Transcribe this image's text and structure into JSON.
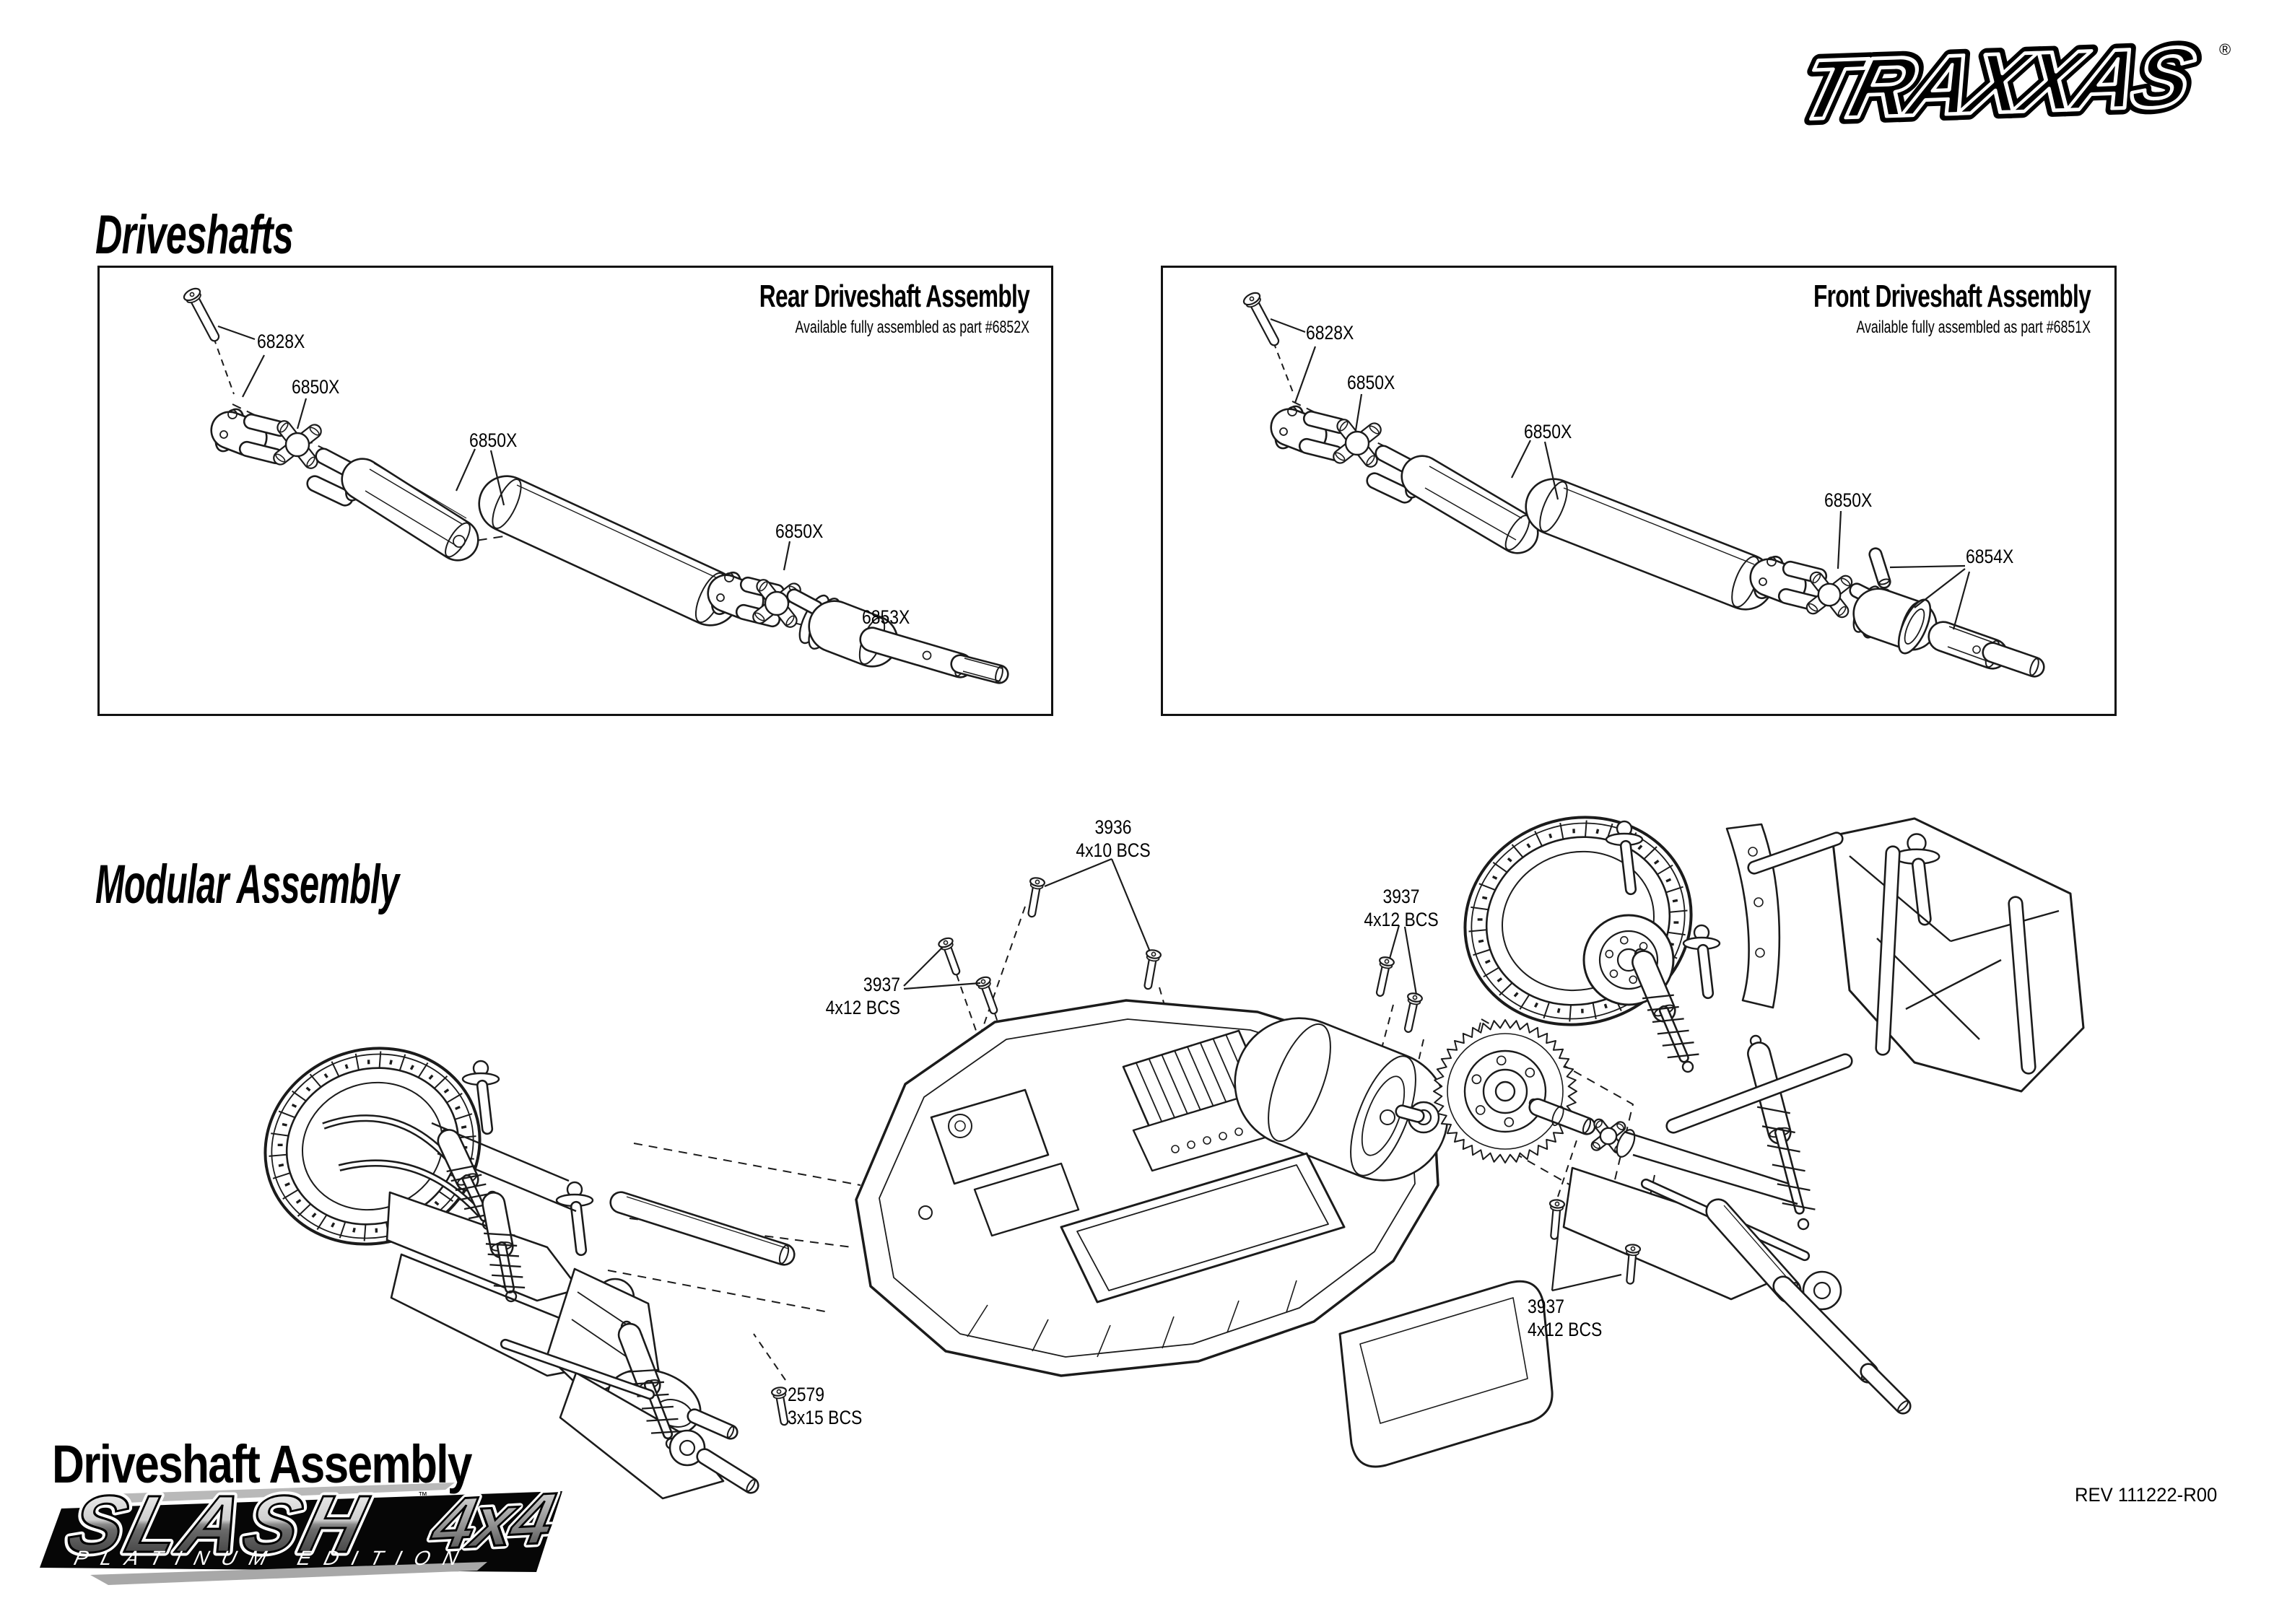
{
  "brand": {
    "logo_text": "TRAXXAS",
    "registered": "®"
  },
  "driveshafts": {
    "heading": "Driveshafts",
    "rear": {
      "title": "Rear Driveshaft Assembly",
      "subtitle": "Available fully assembled as part #6852X",
      "labels": {
        "screw": "6828X",
        "ujoint1": "6850X",
        "shaft": "6850X",
        "ujoint2": "6850X",
        "output": "6853X"
      }
    },
    "front": {
      "title": "Front Driveshaft Assembly",
      "subtitle": "Available fully assembled as part #6851X",
      "labels": {
        "screw": "6828X",
        "ujoint1": "6850X",
        "shaft": "6850X",
        "ujoint2": "6850X",
        "output": "6854X"
      }
    }
  },
  "modular": {
    "heading": "Modular Assembly",
    "callouts": [
      {
        "part": "3936",
        "spec": "4x10 BCS"
      },
      {
        "part": "3937",
        "spec": "4x12 BCS"
      },
      {
        "part": "3937",
        "spec": "4x12 BCS"
      },
      {
        "part": "3937",
        "spec": "4x12 BCS"
      },
      {
        "part": "2579",
        "spec": "3x15 BCS"
      }
    ]
  },
  "footer": {
    "title": "Driveshaft Assembly",
    "logo": {
      "name": "SLASH",
      "badge": "4x4",
      "tagline": "PLATINUM EDITION",
      "tm": "™"
    },
    "rev": "REV 111222-R00"
  },
  "colors": {
    "ink": "#1b1b1b",
    "chrome_light": "#f5f5f5",
    "chrome_dark": "#2e2e2e"
  }
}
